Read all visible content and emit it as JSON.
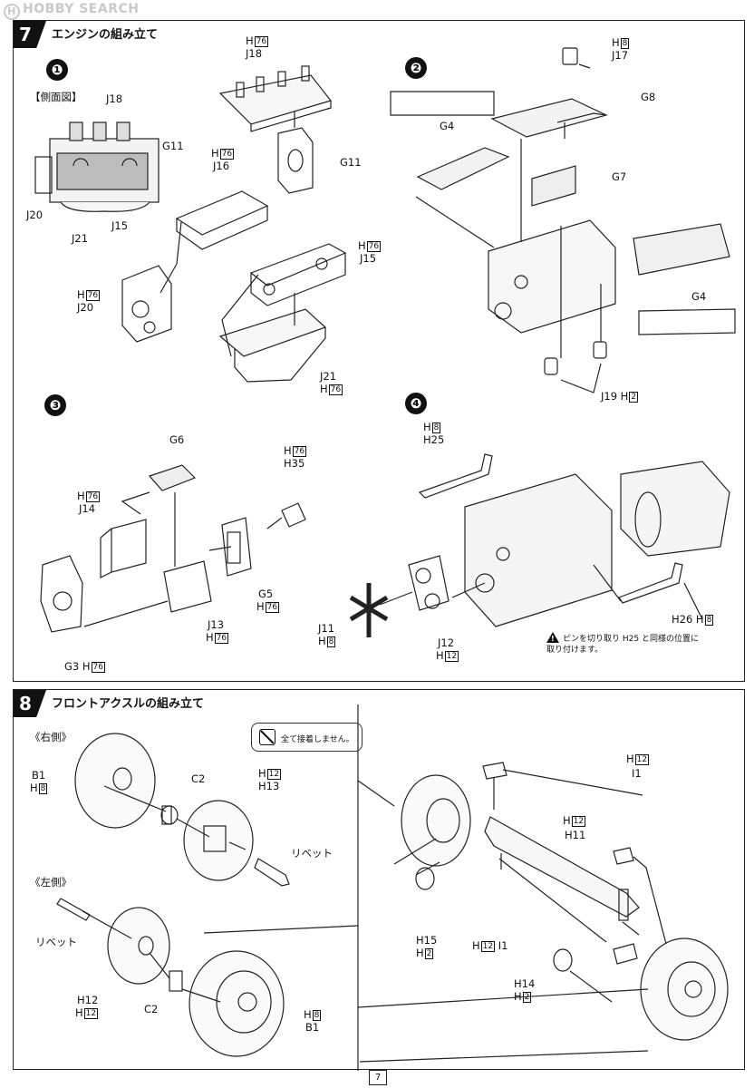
{
  "watermark": "HOBBY SEARCH",
  "page_number": "7",
  "step7": {
    "number": "7",
    "title": "エンジンの組み立て",
    "side_view_label": "【側面図】",
    "sub1": {
      "num": "❶",
      "labels": {
        "sv_j18": "J18",
        "sv_g11": "G11",
        "sv_j20": "J20",
        "sv_j15": "J15",
        "sv_j21": "J21",
        "h76a": "H",
        "h76a_box": "76",
        "j18": "J18",
        "g11": "G11",
        "h76b": "H",
        "h76b_box": "76",
        "j16": "J16",
        "h76c": "H",
        "h76c_box": "76",
        "j15": "J15",
        "h76d": "H",
        "h76d_box": "76",
        "j20": "J20",
        "j21": "J21",
        "h76e": "H",
        "h76e_box": "76"
      }
    },
    "sub2": {
      "num": "❷",
      "labels": {
        "h8": "H",
        "h8_box": "8",
        "j17": "J17",
        "g8": "G8",
        "g4a": "G4",
        "g7": "G7",
        "g4b": "G4",
        "j19": "J19 H",
        "j19_box": "2"
      }
    },
    "sub3": {
      "num": "❸",
      "labels": {
        "g6": "G6",
        "h76f": "H",
        "h76f_box": "76",
        "h35": "H35",
        "h76g": "H",
        "h76g_box": "76",
        "j14": "J14",
        "g5": "G5",
        "h76h": "H",
        "h76h_box": "76",
        "j13": "J13",
        "h76i": "H",
        "h76i_box": "76",
        "g3": "G3 H",
        "g3_box": "76"
      }
    },
    "sub4": {
      "num": "❹",
      "labels": {
        "h8b": "H",
        "h8b_box": "8",
        "h25": "H25",
        "j11": "J11",
        "h8c": "H",
        "h8c_box": "8",
        "j12": "J12",
        "h12": "H",
        "h12_box": "12",
        "h26": "H26 H",
        "h26_box": "8"
      }
    },
    "note": "ピンを切り取り H25 と同様の位置に取り付けます。"
  },
  "step8": {
    "number": "8",
    "title": "フロントアクスルの組み立て",
    "glue_note": "全て接着しません。",
    "right_side": "《右側》",
    "left_side": "《左側》",
    "labels": {
      "b1a": "B1",
      "h8a": "H",
      "h8a_box": "8",
      "c2a": "C2",
      "h12a": "H",
      "h12a_box": "12",
      "h13": "H13",
      "rivet_a": "リベット",
      "rivet_b": "リベット",
      "h12b_name": "H12",
      "h12b": "H",
      "h12b_box": "12",
      "c2b": "C2",
      "h8b": "H",
      "h8b_box": "8",
      "b1b": "B1",
      "h12c": "H",
      "h12c_box": "12",
      "i1a": "I1",
      "h12d": "H",
      "h12d_box": "12",
      "h11": "H11",
      "h15": "H15",
      "h2a": "H",
      "h2a_box": "2",
      "h12e": "H",
      "h12e_box": "12",
      "i1b": "I1",
      "h14": "H14",
      "h2b": "H",
      "h2b_box": "2"
    }
  }
}
